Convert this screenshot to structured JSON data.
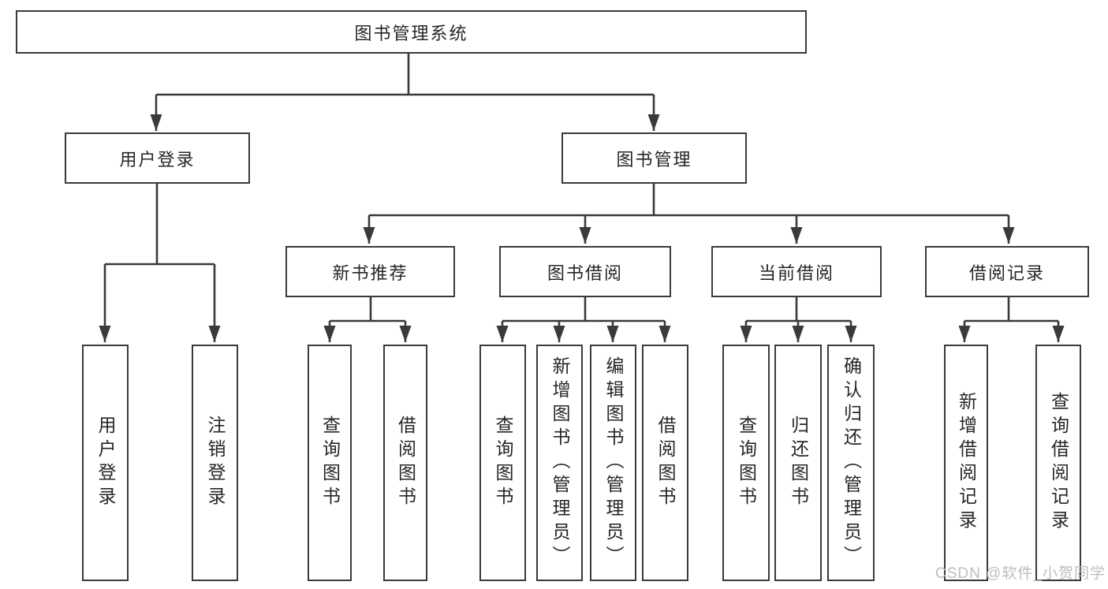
{
  "colors": {
    "line": "#3a3a3a",
    "text": "#262626",
    "watermark": "#bdbdbd",
    "background": "#ffffff"
  },
  "diagram": {
    "root": {
      "label": "图书管理系统"
    },
    "level2": [
      {
        "label": "用户登录",
        "children": [
          {
            "label": "用户登录"
          },
          {
            "label": "注销登录"
          }
        ]
      },
      {
        "label": "图书管理",
        "children": [
          {
            "label": "新书推荐",
            "children": [
              {
                "label": "查询图书"
              },
              {
                "label": "借阅图书"
              }
            ]
          },
          {
            "label": "图书借阅",
            "children": [
              {
                "label": "查询图书"
              },
              {
                "label": "新增图书（管理员）"
              },
              {
                "label": "编辑图书（管理员）"
              },
              {
                "label": "借阅图书"
              }
            ]
          },
          {
            "label": "当前借阅",
            "children": [
              {
                "label": "查询图书"
              },
              {
                "label": "归还图书"
              },
              {
                "label": "确认归还（管理员）"
              }
            ]
          },
          {
            "label": "借阅记录",
            "children": [
              {
                "label": "新增借阅记录"
              },
              {
                "label": "查询借阅记录"
              }
            ]
          }
        ]
      }
    ]
  },
  "watermark": {
    "text": "CSDN @软件_小贺同学"
  }
}
